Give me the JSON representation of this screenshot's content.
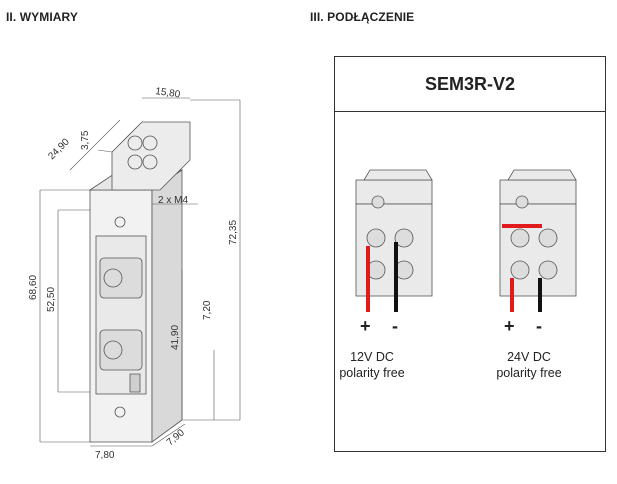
{
  "headings": {
    "dimensions": "II. WYMIARY",
    "connection": "III. PODŁĄCZENIE"
  },
  "dimensions": {
    "width_top": "15,80",
    "depth": "24,90",
    "terminal_height": "3,75",
    "overall_height": "72,35",
    "body_height": "68,60",
    "slot_height": "52,50",
    "lower_height": "41,90",
    "offset": "7,20",
    "bottom_width": "7,80",
    "bottom_depth": "7,90",
    "screw": "2 x M4"
  },
  "connection": {
    "model": "SEM3R-V2",
    "variants": [
      {
        "plus": "+",
        "minus": "-",
        "voltage": "12V DC",
        "note": "polarity free"
      },
      {
        "plus": "+",
        "minus": "-",
        "voltage": "24V DC",
        "note": "polarity free"
      }
    ]
  },
  "colors": {
    "wire_positive": "#e11b1b",
    "wire_negative": "#111111"
  }
}
